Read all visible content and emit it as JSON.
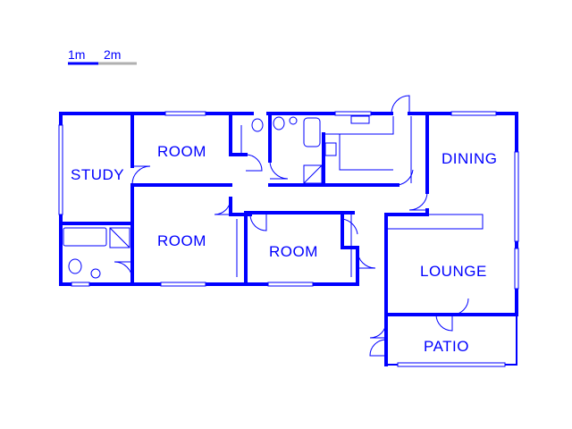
{
  "scale_bar": {
    "label_1": "1m",
    "label_2": "2m",
    "color_primary": "#0000ff",
    "color_secondary": "#b0b0b0"
  },
  "rooms": {
    "study": "STUDY",
    "room_top": "ROOM",
    "room_middle": "ROOM",
    "room_small": "ROOM",
    "dining": "DINING",
    "lounge": "LOUNGE",
    "patio": "PATIO"
  },
  "colors": {
    "wall": "#0000ff",
    "background": "#ffffff"
  }
}
